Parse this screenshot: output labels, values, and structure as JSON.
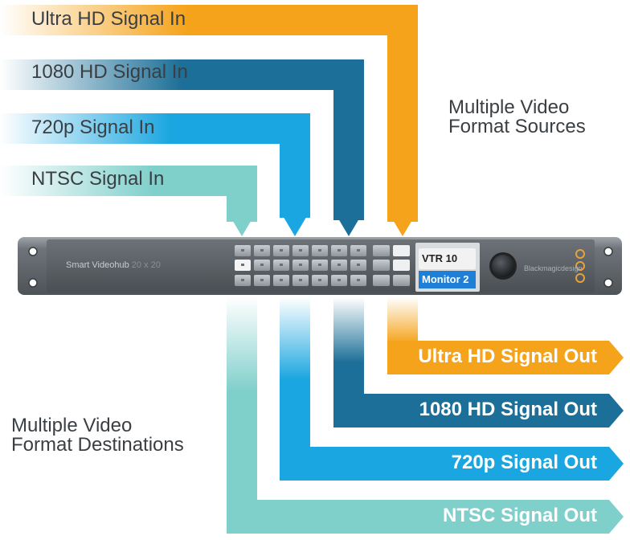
{
  "inputs": [
    {
      "label": "Ultra HD Signal In",
      "color": "#f5a31a"
    },
    {
      "label": "1080 HD Signal In",
      "color": "#1c6f98"
    },
    {
      "label": "720p Signal In",
      "color": "#1aa6e0"
    },
    {
      "label": "NTSC Signal In",
      "color": "#7fcfcb"
    }
  ],
  "outputs": [
    {
      "label": "Ultra HD Signal Out",
      "color": "#f5a31a"
    },
    {
      "label": "1080 HD Signal Out",
      "color": "#1c6f98"
    },
    {
      "label": "720p Signal Out",
      "color": "#1aa6e0"
    },
    {
      "label": "NTSC Signal Out",
      "color": "#7fcfcb"
    }
  ],
  "sources_label": {
    "line1": "Multiple Video",
    "line2": "Format Sources"
  },
  "destinations_label": {
    "line1": "Multiple Video",
    "line2": "Format Destinations"
  },
  "device": {
    "name": "Smart Videohub",
    "model": "20 x 20",
    "display_top": "VTR 10",
    "display_bottom": "Monitor 2",
    "brand": "Blackmagicdesign"
  }
}
